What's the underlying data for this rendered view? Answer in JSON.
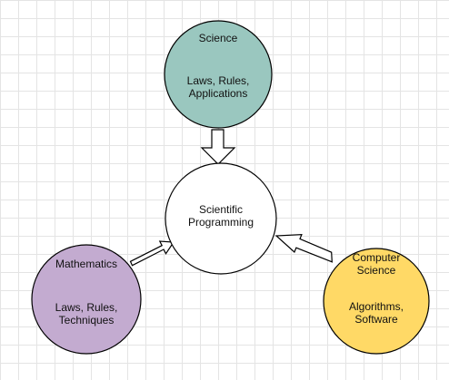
{
  "nodes": {
    "science": {
      "title": "Science",
      "body": "Laws, Rules,\nApplications",
      "fill": "#9ac7bf"
    },
    "center": {
      "title": "Scientific\nProgramming",
      "fill": "#ffffff"
    },
    "mathematics": {
      "title": "Mathematics",
      "body": "Laws, Rules,\nTechniques",
      "fill": "#c3abd0"
    },
    "computer_science": {
      "title": "Computer\nScience",
      "body": "Algorithms,\nSoftware",
      "fill": "#ffd966"
    }
  },
  "edges": [
    {
      "from": "science",
      "to": "center"
    },
    {
      "from": "mathematics",
      "to": "center"
    },
    {
      "from": "computer_science",
      "to": "center"
    }
  ],
  "colors": {
    "stroke": "#000000",
    "arrow_fill": "#ffffff",
    "grid": "#e4e4e4"
  }
}
